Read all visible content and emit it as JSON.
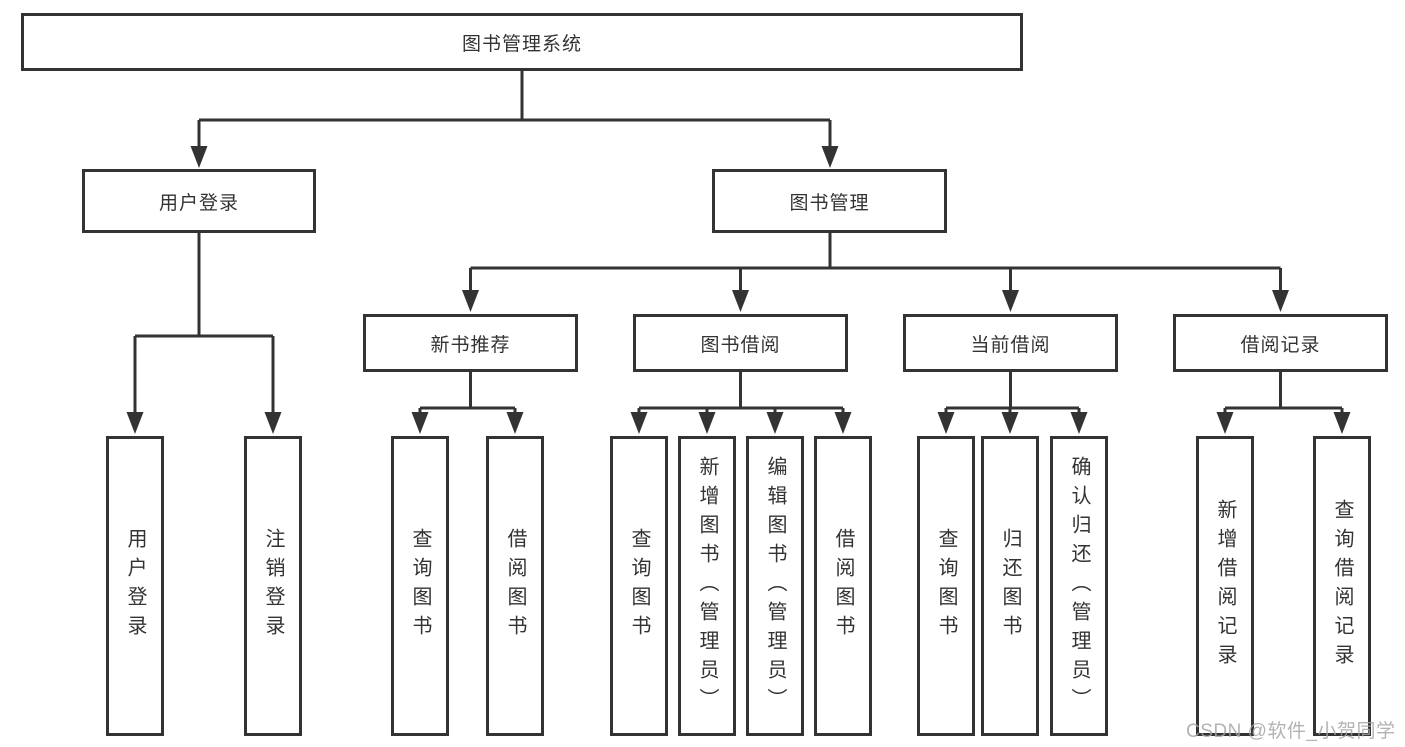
{
  "diagram": {
    "root": {
      "label": "图书管理系统"
    },
    "branches": [
      {
        "label": "用户登录",
        "leaves": [
          "用户登录",
          "注销登录"
        ]
      },
      {
        "label": "图书管理",
        "children": [
          {
            "label": "新书推荐",
            "leaves": [
              "查询图书",
              "借阅图书"
            ]
          },
          {
            "label": "图书借阅",
            "leaves": [
              "查询图书",
              "新增图书（管理员）",
              "编辑图书（管理员）",
              "借阅图书"
            ]
          },
          {
            "label": "当前借阅",
            "leaves": [
              "查询图书",
              "归还图书",
              "确认归还（管理员）"
            ]
          },
          {
            "label": "借阅记录",
            "leaves": [
              "新增借阅记录",
              "查询借阅记录"
            ]
          }
        ]
      }
    ]
  },
  "watermark": "CSDN @软件_小贺同学",
  "colors": {
    "line": "#333333",
    "text": "#333333",
    "box_fill": "#ffffff",
    "watermark": "#a6a6a6",
    "background": "#ffffff"
  }
}
